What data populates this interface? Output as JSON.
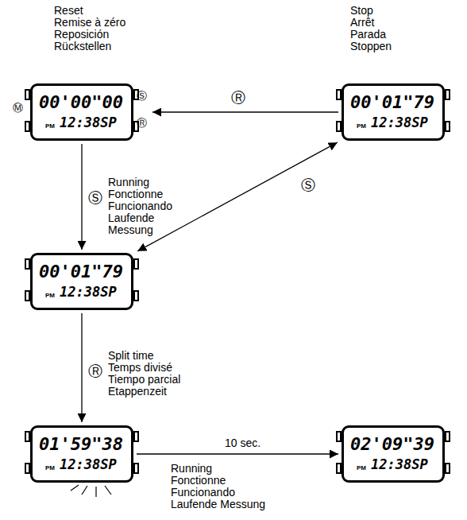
{
  "diagram": {
    "nodes": [
      {
        "text": [
          "Reset",
          "Remise à zéro",
          "Reposición",
          "Rückstellen",
          "00'00\"00",
          "PM",
          "12:38SP"
        ]
      },
      {
        "text": [
          "Stop",
          "Arrêt",
          "Parada",
          "Stoppen",
          "00'01\"79",
          "PM",
          "12:38SP"
        ]
      },
      {
        "text": [
          "00'01\"79",
          "PM",
          "12:38SP"
        ]
      },
      {
        "text": [
          "01'59\"38",
          "PM",
          "12:38SP"
        ]
      },
      {
        "text": [
          "02'09\"39",
          "PM",
          "12:38SP"
        ]
      }
    ],
    "edges": [
      {
        "from": 1,
        "to": 0,
        "arrow": "to",
        "label": "Ⓡ"
      },
      {
        "from": 0,
        "to": 2,
        "arrow": "to",
        "label": "Ⓢ"
      },
      {
        "from": 2,
        "to": 1,
        "arrow": "both",
        "label": "Ⓢ"
      },
      {
        "from": 2,
        "to": 3,
        "arrow": "to",
        "label": "Ⓡ"
      },
      {
        "from": 3,
        "to": 4,
        "arrow": "to",
        "label": "10 sec."
      }
    ],
    "labels": [
      "Ⓜ",
      "Ⓢ",
      "Ⓡ",
      "Running",
      "Fonctionne",
      "Funcionando",
      "Laufende Messung",
      "Split time",
      "Temps divisé",
      "Tiempo parcial",
      "Etappenzeit",
      "Running",
      "Fonctionne",
      "Funcionando",
      "Laufende Messung"
    ]
  }
}
